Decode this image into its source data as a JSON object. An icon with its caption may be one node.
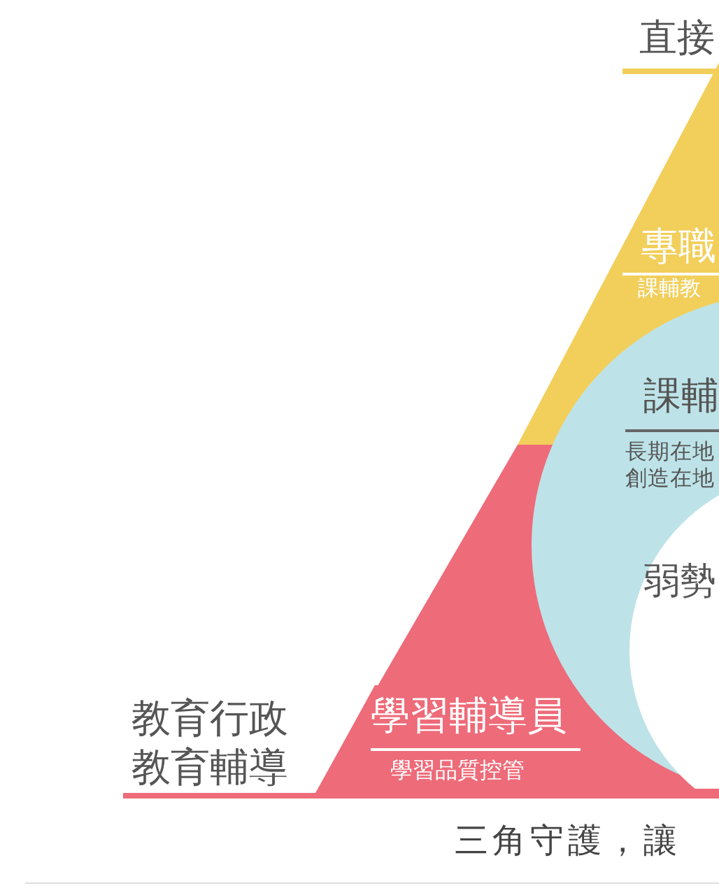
{
  "diagram": {
    "caption": "三角守護，讓",
    "nodes": [
      {
        "text": [
          "專職",
          "課輔教"
        ]
      },
      {
        "text": [
          "課輔",
          "長期在地創造在地"
        ]
      },
      {
        "text": [
          "弱勢"
        ],
        "in": 1
      },
      {
        "text": [
          "學習輔導員",
          "學習品質控管"
        ]
      }
    ],
    "labels": [
      "直接",
      "教育行政教育輔導"
    ]
  }
}
